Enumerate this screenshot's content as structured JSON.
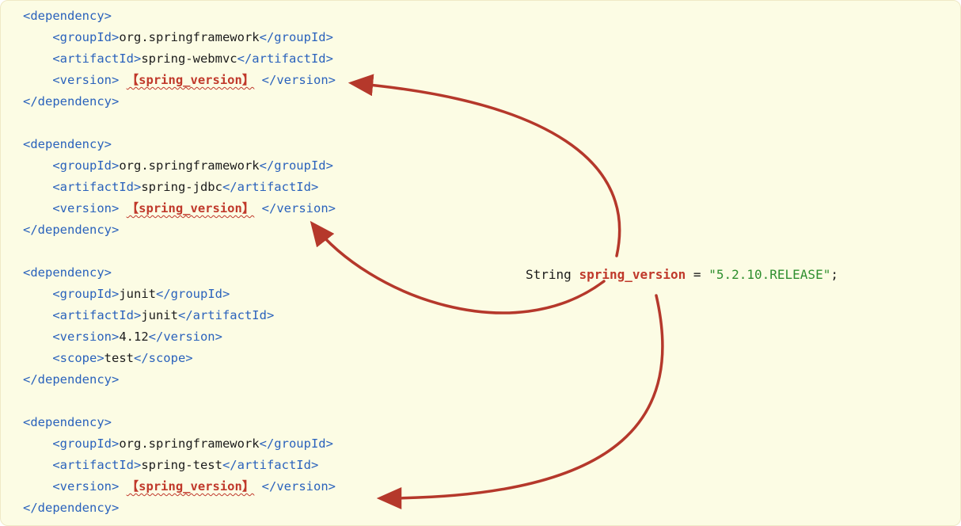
{
  "colors": {
    "bg": "#fcfce4",
    "plain": "#1c1c1c",
    "tag": "#2a62bc",
    "red": "#c0392b",
    "green": "#2f8f2f",
    "arrow": "#b5382b"
  },
  "code": {
    "lines": [
      {
        "tokens": [
          [
            "tag",
            "<dependency>"
          ]
        ]
      },
      {
        "tokens": [
          [
            "plain",
            "    "
          ],
          [
            "tag",
            "<groupId>"
          ],
          [
            "plain",
            "org.springframework"
          ],
          [
            "tag",
            "</groupId>"
          ]
        ]
      },
      {
        "tokens": [
          [
            "plain",
            "    "
          ],
          [
            "tag",
            "<artifactId>"
          ],
          [
            "plain",
            "spring-webmvc"
          ],
          [
            "tag",
            "</artifactId>"
          ]
        ]
      },
      {
        "tokens": [
          [
            "plain",
            "    "
          ],
          [
            "tag",
            "<version>"
          ],
          [
            "plain",
            " "
          ],
          [
            "ph",
            "【spring_version】"
          ],
          [
            "plain",
            " "
          ],
          [
            "tag",
            "</version>"
          ]
        ]
      },
      {
        "tokens": [
          [
            "tag",
            "</dependency>"
          ]
        ]
      },
      {
        "tokens": []
      },
      {
        "tokens": [
          [
            "tag",
            "<dependency>"
          ]
        ]
      },
      {
        "tokens": [
          [
            "plain",
            "    "
          ],
          [
            "tag",
            "<groupId>"
          ],
          [
            "plain",
            "org.springframework"
          ],
          [
            "tag",
            "</groupId>"
          ]
        ]
      },
      {
        "tokens": [
          [
            "plain",
            "    "
          ],
          [
            "tag",
            "<artifactId>"
          ],
          [
            "plain",
            "spring-jdbc"
          ],
          [
            "tag",
            "</artifactId>"
          ]
        ]
      },
      {
        "tokens": [
          [
            "plain",
            "    "
          ],
          [
            "tag",
            "<version>"
          ],
          [
            "plain",
            " "
          ],
          [
            "ph",
            "【spring_version】"
          ],
          [
            "plain",
            " "
          ],
          [
            "tag",
            "</version>"
          ]
        ]
      },
      {
        "tokens": [
          [
            "tag",
            "</dependency>"
          ]
        ]
      },
      {
        "tokens": []
      },
      {
        "tokens": [
          [
            "tag",
            "<dependency>"
          ]
        ]
      },
      {
        "tokens": [
          [
            "plain",
            "    "
          ],
          [
            "tag",
            "<groupId>"
          ],
          [
            "plain",
            "junit"
          ],
          [
            "tag",
            "</groupId>"
          ]
        ]
      },
      {
        "tokens": [
          [
            "plain",
            "    "
          ],
          [
            "tag",
            "<artifactId>"
          ],
          [
            "plain",
            "junit"
          ],
          [
            "tag",
            "</artifactId>"
          ]
        ]
      },
      {
        "tokens": [
          [
            "plain",
            "    "
          ],
          [
            "tag",
            "<version>"
          ],
          [
            "plain",
            "4.12"
          ],
          [
            "tag",
            "</version>"
          ]
        ]
      },
      {
        "tokens": [
          [
            "plain",
            "    "
          ],
          [
            "tag",
            "<scope>"
          ],
          [
            "plain",
            "test"
          ],
          [
            "tag",
            "</scope>"
          ]
        ]
      },
      {
        "tokens": [
          [
            "tag",
            "</dependency>"
          ]
        ]
      },
      {
        "tokens": []
      },
      {
        "tokens": [
          [
            "tag",
            "<dependency>"
          ]
        ]
      },
      {
        "tokens": [
          [
            "plain",
            "    "
          ],
          [
            "tag",
            "<groupId>"
          ],
          [
            "plain",
            "org.springframework"
          ],
          [
            "tag",
            "</groupId>"
          ]
        ]
      },
      {
        "tokens": [
          [
            "plain",
            "    "
          ],
          [
            "tag",
            "<artifactId>"
          ],
          [
            "plain",
            "spring-test"
          ],
          [
            "tag",
            "</artifactId>"
          ]
        ]
      },
      {
        "tokens": [
          [
            "plain",
            "    "
          ],
          [
            "tag",
            "<version>"
          ],
          [
            "plain",
            " "
          ],
          [
            "ph",
            "【spring_version】"
          ],
          [
            "plain",
            " "
          ],
          [
            "tag",
            "</version>"
          ]
        ]
      },
      {
        "tokens": [
          [
            "tag",
            "</dependency>"
          ]
        ]
      }
    ]
  },
  "annotation": {
    "tokens": [
      [
        "plain",
        "String "
      ],
      [
        "var",
        "spring_version"
      ],
      [
        "plain",
        " = "
      ],
      [
        "str",
        "\"5.2.10.RELEASE\""
      ],
      [
        "plain",
        ";"
      ]
    ]
  }
}
